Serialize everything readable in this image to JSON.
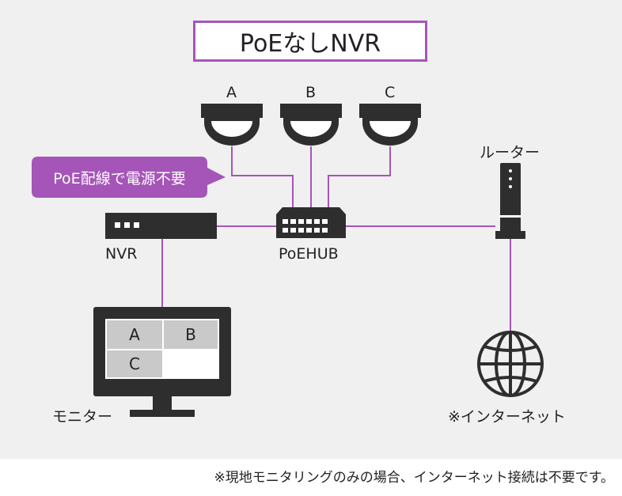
{
  "title": "PoEなしNVR",
  "cameras": [
    {
      "label": "A"
    },
    {
      "label": "B"
    },
    {
      "label": "C"
    }
  ],
  "callout": "PoE配線で電源不要",
  "router_label": "ルーター",
  "nvr_label": "NVR",
  "hub_label": "PoEHUB",
  "monitor_label": "モニター",
  "monitor_cells": [
    "A",
    "B",
    "C",
    ""
  ],
  "internet_label": "※インターネット",
  "footer_note": "※現地モニタリングのみの場合、インターネット接続は不要です。",
  "colors": {
    "accent": "#a555b8",
    "device": "#2e2e2e",
    "background": "#f0f0f0"
  }
}
